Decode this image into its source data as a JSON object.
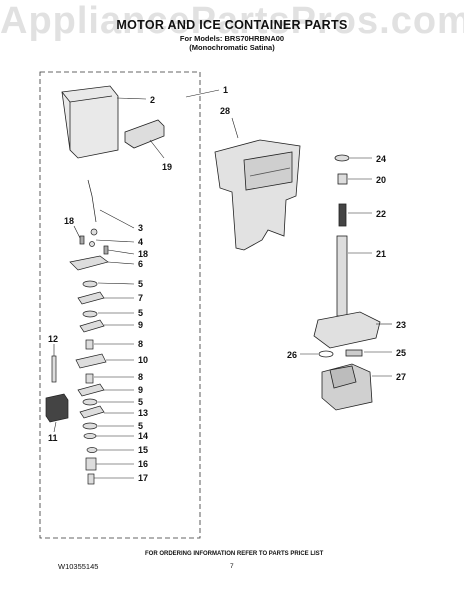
{
  "watermark": "AppliancePartsPros.com",
  "header": {
    "title": "MOTOR AND ICE CONTAINER PARTS",
    "models_line": "For Models: BRS70HRBNA00",
    "variant_line": "(Monochromatic Satina)"
  },
  "callouts": {
    "c1": "1",
    "c2": "2",
    "c19": "19",
    "c28": "28",
    "c24": "24",
    "c20": "20",
    "c22": "22",
    "c21": "21",
    "c18a": "18",
    "c3": "3",
    "c4": "4",
    "c18b": "18",
    "c6": "6",
    "c5a": "5",
    "c7": "7",
    "c5b": "5",
    "c9a": "9",
    "c8a": "8",
    "c10": "10",
    "c8b": "8",
    "c9b": "9",
    "c5c": "5",
    "c13": "13",
    "c5d": "5",
    "c14": "14",
    "c15": "15",
    "c16": "16",
    "c17": "17",
    "c12": "12",
    "c11": "11",
    "c23": "23",
    "c26": "26",
    "c25": "25",
    "c27": "27"
  },
  "footer": {
    "doc_number": "W10355145",
    "ordering_note": "FOR ORDERING INFORMATION REFER TO PARTS PRICE LIST",
    "page_number": "7"
  }
}
